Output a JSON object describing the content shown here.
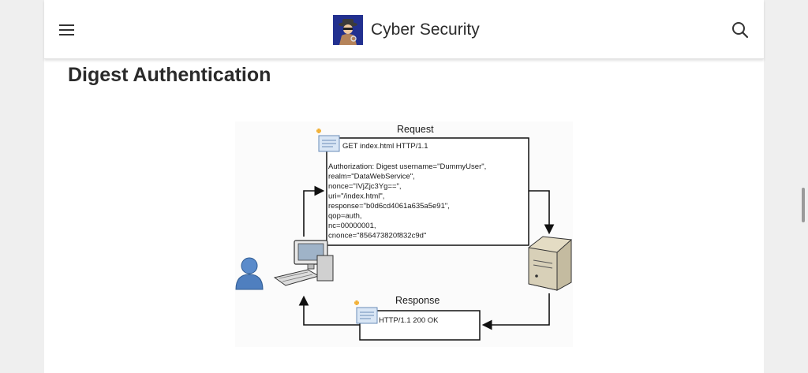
{
  "header": {
    "title": "Cyber Security",
    "menu_icon": "hamburger-menu-icon",
    "search_icon": "search-icon",
    "logo_icon": "detective-logo-icon"
  },
  "article": {
    "heading": "Digest Authentication"
  },
  "diagram": {
    "request_label": "Request",
    "response_label": "Response",
    "request_line": "GET index.html HTTP/1.1",
    "auth_lines": [
      "Authorization: Digest username=\"DummyUser\",",
      "realm=\"DataWebService\",",
      "nonce=\"IVjZjc3Yg==\",",
      "uri=\"/index.html\",",
      "response=\"b0d6cd4061a635a5e91\",",
      "qop=auth,",
      "nc=00000001,",
      "cnonce=\"856473820f832c9d\""
    ],
    "response_line": "HTTP/1.1 200 OK",
    "icons": [
      "user-icon",
      "computer-icon",
      "server-icon",
      "document-icon"
    ]
  },
  "colors": {
    "logo_bg": "#22308f",
    "heading": "#2a2a2a",
    "user": "#4f7fbf",
    "server": "#d8d0b8",
    "note": "#f2b23a"
  }
}
